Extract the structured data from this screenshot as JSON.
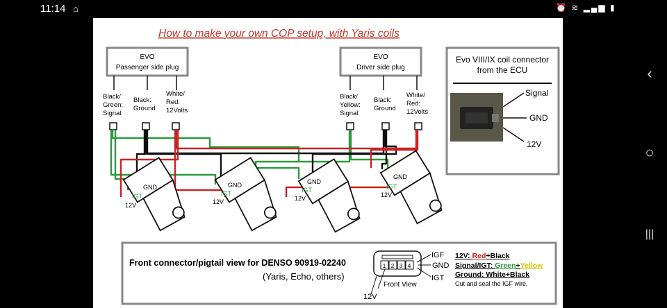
{
  "status_bar": {
    "time": "11:14",
    "notification_icon": "drive-sync-icon",
    "right_icons": [
      "alarm-icon",
      "wifi-icon",
      "signal-icon",
      "signal-icon",
      "battery-icon"
    ]
  },
  "nav_bar": {
    "back": "‹",
    "home": "○",
    "recents": "|||"
  },
  "diagram": {
    "title": "How to make your own COP setup, with Yaris coils",
    "passenger_plug": {
      "line1": "EVO",
      "line2": "Passenger side plug"
    },
    "driver_plug": {
      "line1": "EVO",
      "line2": "Driver side plug"
    },
    "passenger_pins": [
      {
        "l1": "Black/",
        "l2": "Green:",
        "l3": "Signal"
      },
      {
        "l1": "Black:",
        "l2": "Ground",
        "l3": ""
      },
      {
        "l1": "White/",
        "l2": "Red:",
        "l3": "12Volts"
      }
    ],
    "driver_pins": [
      {
        "l1": "Black/",
        "l2": "Yellow:",
        "l3": "Signal"
      },
      {
        "l1": "Black:",
        "l2": "Ground",
        "l3": ""
      },
      {
        "l1": "White/",
        "l2": "Red:",
        "l3": "12Volts"
      }
    ],
    "coil_labels": {
      "gnd": "GND",
      "igt": "IGT",
      "v12": "12V"
    },
    "ecu_box": {
      "title1": "Evo VIII/IX coil connector",
      "title2": "from the ECU",
      "signal": "Signal",
      "gnd": "GND",
      "v12": "12V"
    },
    "bottom": {
      "main": "Front connector/pigtail view for DENSO 90919-02240",
      "sub": "(Yaris, Echo, others)",
      "pins": [
        "1",
        "2",
        "3",
        "4"
      ],
      "igf": "IGF",
      "gnd": "GND",
      "igt": "IGT",
      "front_view": "Front View",
      "v12": "12V",
      "legend_12v_label": "12V: ",
      "legend_12v_red": "Red",
      "legend_12v_rest": "+Black",
      "legend_sig_label": "Signal/IGT: ",
      "legend_sig_green": "Green",
      "legend_sig_plus": "+",
      "legend_sig_yellow": "Yellow",
      "legend_gnd": "Ground: White+Black",
      "legend_cut": "Cut and seal the  IGF  wire."
    },
    "colors": {
      "red": "#cc2222",
      "green": "#2a9a3a",
      "black": "#111111",
      "yellow": "#d8c400",
      "title": "#c0392b",
      "box": "#888888"
    }
  }
}
